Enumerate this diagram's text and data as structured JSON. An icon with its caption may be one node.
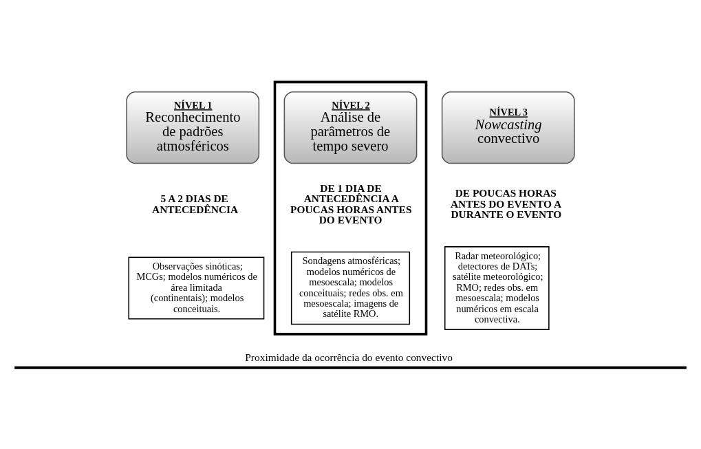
{
  "diagram": {
    "nodes": [
      {
        "text": [
          "NÍVEL 1",
          "Reconhecimento de padrões atmosféricos"
        ],
        "beside": [
          "5 A 2 DIAS DE ANTECEDÊNCIA"
        ]
      },
      {
        "text": [
          "Observações sinóticas; MCGs; modelos numéricos de área limitada (continentais); modelos conceituais."
        ]
      },
      {
        "text": [],
        "shape": "box"
      },
      {
        "text": [
          "NÍVEL 2",
          "Análise de parâmetros de tempo severo"
        ],
        "in": 2,
        "beside": [
          "DE 1 DIA DE ANTECEDÊNCIA A POUCAS HORAS ANTES DO EVENTO"
        ]
      },
      {
        "text": [
          "Sondagens atmosféricas; modelos numéricos de mesoescala; modelos conceituais; redes obs. em mesoescala; imagens de satélite RMO."
        ],
        "in": 2
      },
      {
        "text": [
          "NÍVEL 3",
          "*Nowcasting* convectivo"
        ],
        "beside": [
          "DE POUCAS HORAS ANTES DO EVENTO A DURANTE O EVENTO"
        ]
      },
      {
        "text": [
          "Radar meteorológico; detectores de DATs; satélite meteorológico; RMO; redes obs. em mesoescala; modelos numéricos em escala convectiva."
        ]
      }
    ],
    "edges": [],
    "labels": [
      "Proximidade da ocorrência do evento convectivo"
    ]
  }
}
